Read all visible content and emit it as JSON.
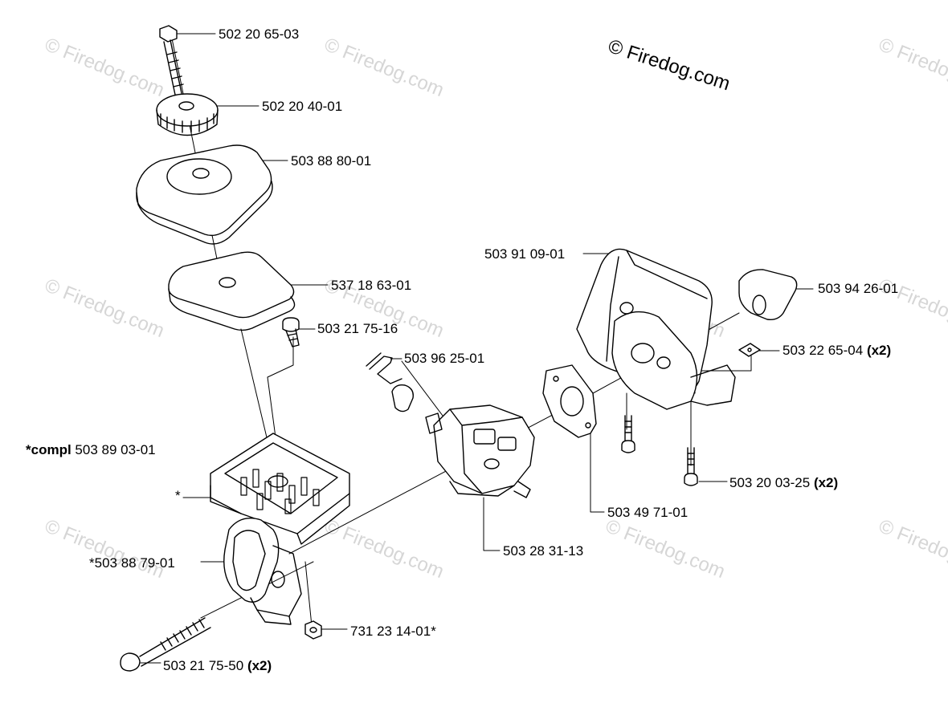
{
  "watermark_text": "© Firedog.com",
  "copyright_text": "© Firedog.com",
  "parts": {
    "bolt_top": {
      "number": "502 20 65-03",
      "suffix": ""
    },
    "knob": {
      "number": "502 20 40-01",
      "suffix": ""
    },
    "filter_cover": {
      "number": "503 88 80-01",
      "suffix": ""
    },
    "filter_foam": {
      "number": "537 18 63-01",
      "suffix": ""
    },
    "screw_small": {
      "number": "503 21 75-16",
      "suffix": ""
    },
    "compl": {
      "prefix": "*compl",
      "number": "503 89 03-01"
    },
    "star": {
      "number": "*"
    },
    "intake_boot": {
      "number": "*503 88 79-01",
      "suffix": ""
    },
    "long_bolt": {
      "number": "503 21 75-50",
      "suffix": "(x2)"
    },
    "nut": {
      "number": "731 23 14-01*",
      "suffix": ""
    },
    "link_rod": {
      "number": "503 96 25-01",
      "suffix": ""
    },
    "carburetor": {
      "number": "503 28 31-13",
      "suffix": ""
    },
    "gasket": {
      "number": "503 49 71-01",
      "suffix": ""
    },
    "housing": {
      "number": "503 91 09-01",
      "suffix": ""
    },
    "sleeve": {
      "number": "503 94 26-01",
      "suffix": ""
    },
    "clip": {
      "number": "503 22 65-04",
      "suffix": "(x2)"
    },
    "screw_housing": {
      "number": "503 20 03-25",
      "suffix": "(x2)"
    }
  },
  "colors": {
    "ink": "#000000",
    "watermark": "#d6d6d6",
    "paper": "#ffffff"
  }
}
